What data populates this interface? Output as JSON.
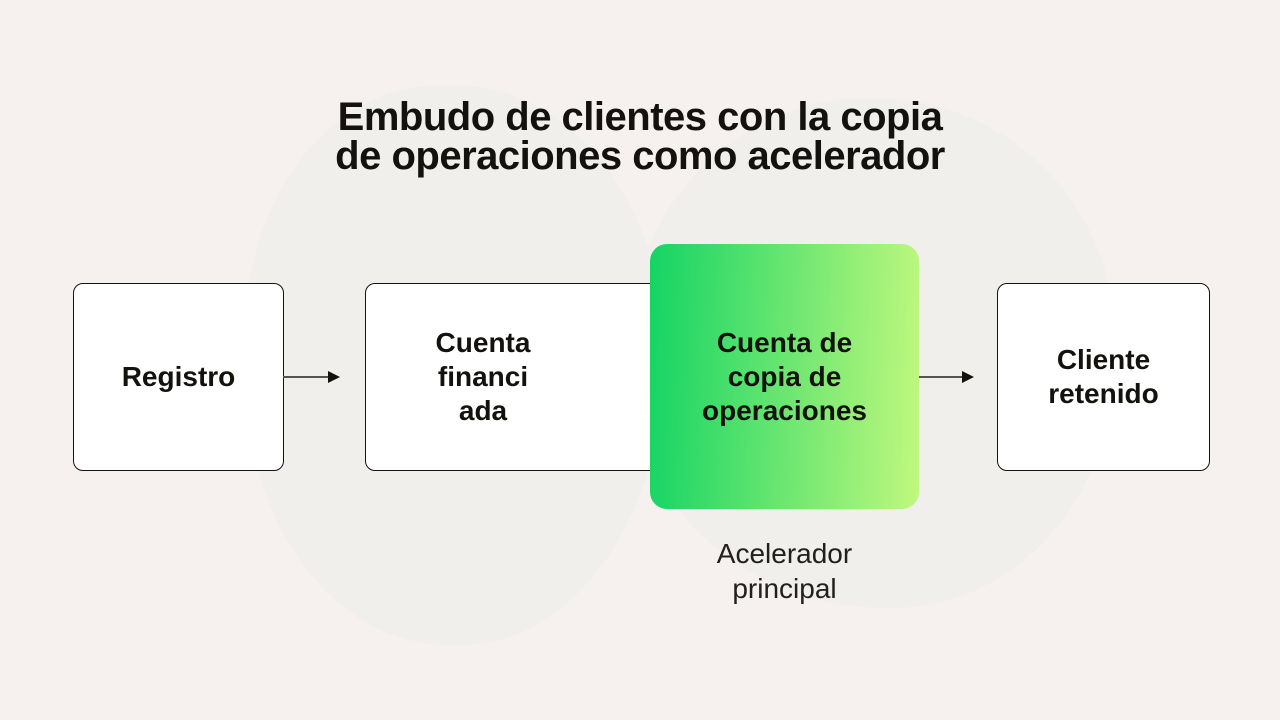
{
  "title": "Embudo de clientes con la copia\nde operaciones como acelerador",
  "funnel": {
    "steps": [
      {
        "id": "registro",
        "label": "Registro",
        "highlighted": false
      },
      {
        "id": "cuenta-financiada",
        "label": "Cuenta\nfinanci\nada",
        "highlighted": false
      },
      {
        "id": "cuenta-copia-operaciones",
        "label": "Cuenta de\ncopia de\noperaciones",
        "highlighted": true
      },
      {
        "id": "cliente-retenido",
        "label": "Cliente\nretenido",
        "highlighted": false
      }
    ],
    "caption": "Acelerador\nprincipal"
  },
  "colors": {
    "background": "#f6f1ee",
    "blob": "#f0efec",
    "box_fill": "#ffffff",
    "box_border": "#15130f",
    "text": "#14120e",
    "caption_text": "#21201c",
    "arrow_line": "#57544e",
    "arrow_head": "#14120d",
    "accent_gradient_start": "#14d464",
    "accent_gradient_end": "#c0f87e"
  }
}
